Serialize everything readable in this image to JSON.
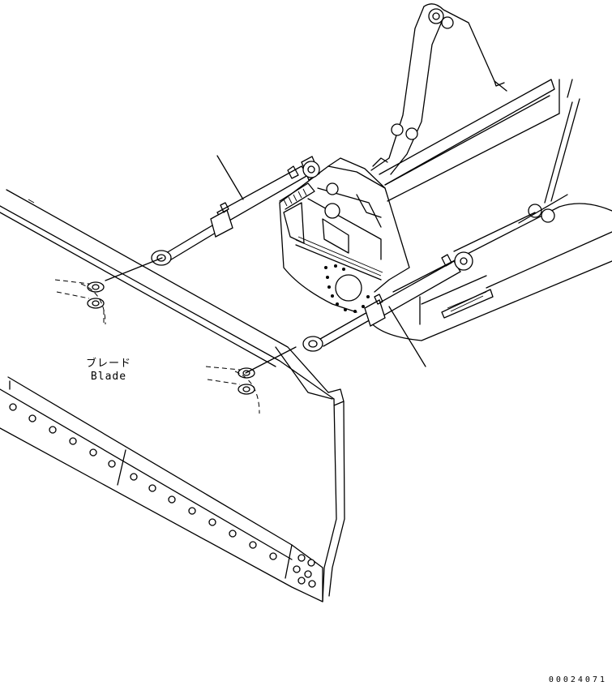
{
  "labels": {
    "blade_ja": "ブレード",
    "blade_en": "Blade"
  },
  "figure_code": "00024071",
  "colors": {
    "line": "#000000",
    "background": "#ffffff"
  },
  "icons": [
    "blade-icon",
    "hydraulic-cylinder-icon",
    "frame-icon",
    "bolt-icon"
  ]
}
